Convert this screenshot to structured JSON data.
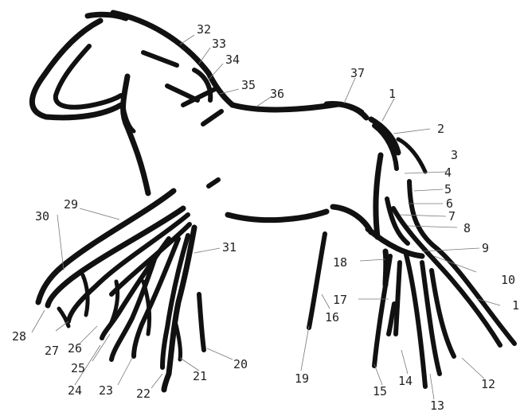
{
  "figure": {
    "colors": {
      "line": "#111111",
      "leader": "#777777",
      "label": "#222222",
      "background": "#ffffff"
    },
    "labels": [
      "1",
      "2",
      "3",
      "4",
      "5",
      "6",
      "7",
      "8",
      "9",
      "10",
      "1",
      "12",
      "13",
      "14",
      "15",
      "16",
      "17",
      "18",
      "19",
      "20",
      "21",
      "22",
      "23",
      "24",
      "25",
      "26",
      "27",
      "28",
      "29",
      "30",
      "31",
      "32",
      "33",
      "34",
      "35",
      "36",
      "37"
    ]
  }
}
